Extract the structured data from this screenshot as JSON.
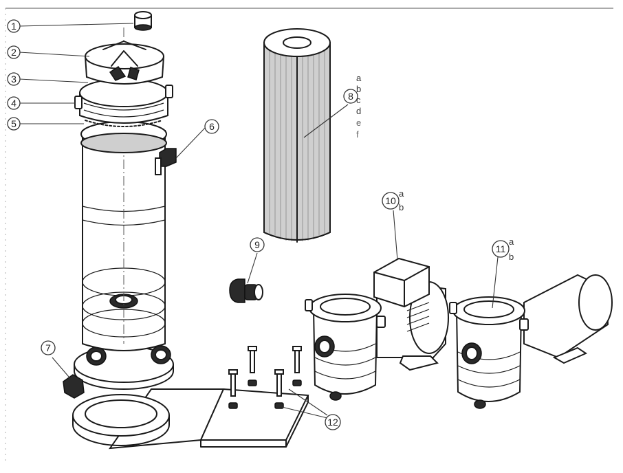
{
  "callouts": {
    "c1": "1",
    "c2": "2",
    "c3": "3",
    "c4": "4",
    "c5": "5",
    "c6": "6",
    "c7": "7",
    "c8": "8",
    "c9": "9",
    "c10": "10",
    "c11": "11",
    "c12": "12"
  },
  "sub_labels": {
    "c8": [
      "a",
      "b",
      "c",
      "d",
      "e",
      "f"
    ],
    "c10": [
      "a",
      "b"
    ],
    "c11": [
      "a",
      "b"
    ]
  }
}
